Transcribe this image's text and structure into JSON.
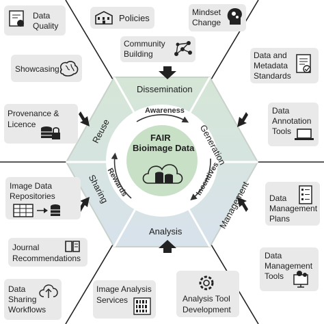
{
  "center": {
    "title_line1": "FAIR",
    "title_line2": "Bioimage Data"
  },
  "ring": {
    "awareness": "Awareness",
    "incentives": "Incentives",
    "rewards": "Rewards"
  },
  "segments": {
    "dissemination": "Dissemination",
    "generation": "Generation",
    "management": "Management",
    "analysis": "Analysis",
    "sharing": "Sharing",
    "reuse": "Reuse"
  },
  "items": {
    "data_quality": [
      "Data",
      "Quality"
    ],
    "policies": [
      "Policies"
    ],
    "mindset_change": [
      "Mindset",
      "Change"
    ],
    "community_building": [
      "Community",
      "Building"
    ],
    "showcasing": [
      "Showcasing"
    ],
    "metadata_standards": [
      "Data and",
      "Metadata",
      "Standards"
    ],
    "provenance_licence": [
      "Provenance &",
      "Licence"
    ],
    "annotation_tools": [
      "Data",
      "Annotation",
      "Tools"
    ],
    "image_repositories": [
      "Image Data",
      "Repositories"
    ],
    "management_plans": [
      "Data",
      "Management",
      "Plans"
    ],
    "journal_recommendations": [
      "Journal",
      "Recommendations"
    ],
    "management_tools": [
      "Data",
      "Management",
      "Tools"
    ],
    "sharing_workflows": [
      "Data",
      "Sharing",
      "Workflows"
    ],
    "image_analysis_services": [
      "Image Analysis",
      "Services"
    ],
    "analysis_tool_development": [
      "Analysis Tool",
      "Development"
    ]
  },
  "icons": {
    "data_quality": "certificate-icon",
    "policies": "building-icon",
    "mindset_change": "head-gears-icon",
    "community_building": "network-icon",
    "showcasing": "brain-icon",
    "metadata_standards": "checklist-document-icon",
    "provenance_licence": "database-lock-icon",
    "annotation_tools": "laptop-icon",
    "image_repositories": "table-to-database-icon",
    "management_plans": "checklist-icon",
    "journal_recommendations": "book-icon",
    "management_tools": "monitor-gears-icon",
    "sharing_workflows": "cloud-upload-icon",
    "image_analysis_services": "binary-code-icon",
    "analysis_tool_development": "gear-wrench-icon",
    "center": "cloud-database-icon"
  },
  "colors": {
    "hex_top": "#d6e6d8",
    "hex_bottom": "#d9e3ec",
    "hex_border": "#c3cfc7",
    "center_fill": "#c9e2c8",
    "center_ring": "#ffffff",
    "card_fill": "#e9e9e9",
    "lines": "#222222"
  }
}
